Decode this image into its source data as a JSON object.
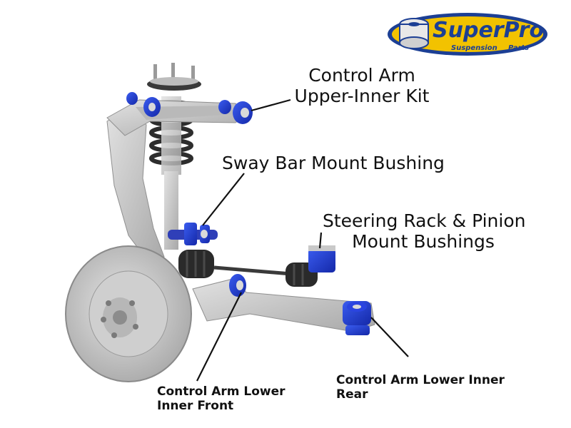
{
  "logo": {
    "brand": "SuperPro",
    "tagline_left": "Suspension",
    "tagline_right": "Parts"
  },
  "callouts": {
    "upper_inner": {
      "line1": "Control Arm",
      "line2": "Upper-Inner Kit"
    },
    "sway_bar": {
      "line1": "Sway Bar Mount Bushing"
    },
    "steering_rack": {
      "line1": "Steering Rack & Pinion",
      "line2": "Mount Bushings"
    },
    "lower_front": {
      "line1": "Control Arm Lower",
      "line2": "Inner Front"
    },
    "lower_rear": {
      "line1": "Control Arm Lower Inner",
      "line2": "Rear"
    }
  },
  "colors": {
    "bushing_blue": "#1f3fd6",
    "metal_gray": "#c9c9c9",
    "rubber_dark": "#2b2b2b",
    "brand_yellow": "#f2c200",
    "brand_blue": "#1c3f94"
  }
}
